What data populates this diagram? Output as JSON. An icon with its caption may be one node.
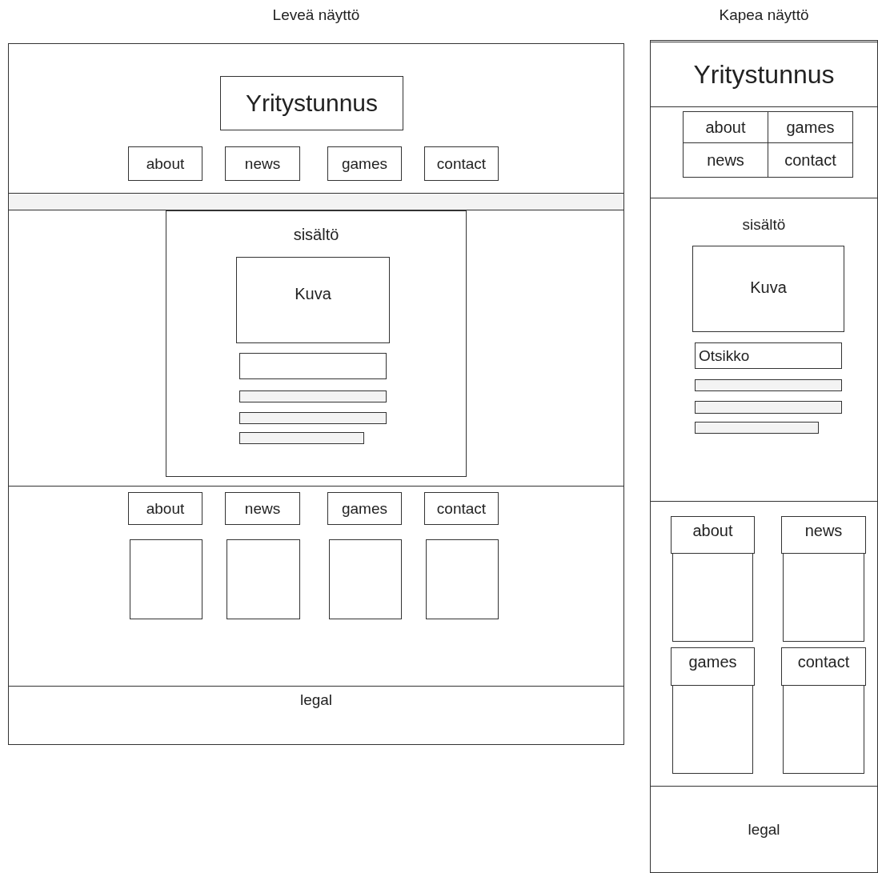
{
  "diagram": {
    "nodes": [
      {
        "text": [
          "Leveä näyttö"
        ]
      },
      {
        "text": [],
        "shape": "box",
        "in": 0
      },
      {
        "text": [
          "Yritystunnus"
        ],
        "in": 1
      },
      {
        "text": [
          "about"
        ],
        "in": 1
      },
      {
        "text": [
          "news"
        ],
        "in": 1
      },
      {
        "text": [
          "games"
        ],
        "in": 1
      },
      {
        "text": [
          "contact"
        ],
        "in": 1
      },
      {
        "text": [],
        "shape": "bar",
        "in": 0
      },
      {
        "text": [],
        "shape": "box",
        "in": 0
      },
      {
        "text": [
          "sisältö"
        ],
        "in": 8
      },
      {
        "text": [
          "Kuva"
        ],
        "in": 9
      },
      {
        "text": [],
        "shape": "box",
        "in": 9
      },
      {
        "text": [],
        "shape": "bar",
        "in": 9
      },
      {
        "text": [],
        "shape": "bar",
        "in": 9
      },
      {
        "text": [],
        "shape": "bar",
        "in": 9
      },
      {
        "text": [],
        "shape": "box",
        "in": 0
      },
      {
        "text": [
          "about"
        ],
        "in": 15
      },
      {
        "text": [
          "news"
        ],
        "in": 15
      },
      {
        "text": [
          "games"
        ],
        "in": 15
      },
      {
        "text": [
          "contact"
        ],
        "in": 15
      },
      {
        "text": [],
        "shape": "box",
        "in": 15
      },
      {
        "text": [],
        "shape": "box",
        "in": 15
      },
      {
        "text": [],
        "shape": "box",
        "in": 15
      },
      {
        "text": [],
        "shape": "box",
        "in": 15
      },
      {
        "text": [
          "legal"
        ],
        "in": 0
      },
      {
        "text": [
          "Kapea näyttö"
        ]
      },
      {
        "text": [
          "Yritystunnus"
        ],
        "in": 25
      },
      {
        "text": [],
        "shape": "box",
        "in": 25
      },
      {
        "text": [
          "about"
        ],
        "in": 27
      },
      {
        "text": [
          "games"
        ],
        "in": 27
      },
      {
        "text": [
          "news"
        ],
        "in": 27
      },
      {
        "text": [
          "contact"
        ],
        "in": 27
      },
      {
        "text": [
          "sisältö"
        ],
        "in": 25
      },
      {
        "text": [
          "Kuva"
        ],
        "in": 32
      },
      {
        "text": [
          "Otsikko"
        ],
        "in": 32
      },
      {
        "text": [],
        "shape": "bar",
        "in": 32
      },
      {
        "text": [],
        "shape": "bar",
        "in": 32
      },
      {
        "text": [],
        "shape": "bar",
        "in": 32
      },
      {
        "text": [],
        "shape": "box",
        "in": 25
      },
      {
        "text": [
          "about"
        ],
        "in": 38
      },
      {
        "text": [
          "news"
        ],
        "in": 38
      },
      {
        "text": [],
        "shape": "box",
        "in": 38
      },
      {
        "text": [],
        "shape": "box",
        "in": 38
      },
      {
        "text": [
          "games"
        ],
        "in": 38
      },
      {
        "text": [
          "contact"
        ],
        "in": 38
      },
      {
        "text": [],
        "shape": "box",
        "in": 38
      },
      {
        "text": [],
        "shape": "box",
        "in": 38
      },
      {
        "text": [
          "legal"
        ],
        "in": 25
      }
    ]
  }
}
